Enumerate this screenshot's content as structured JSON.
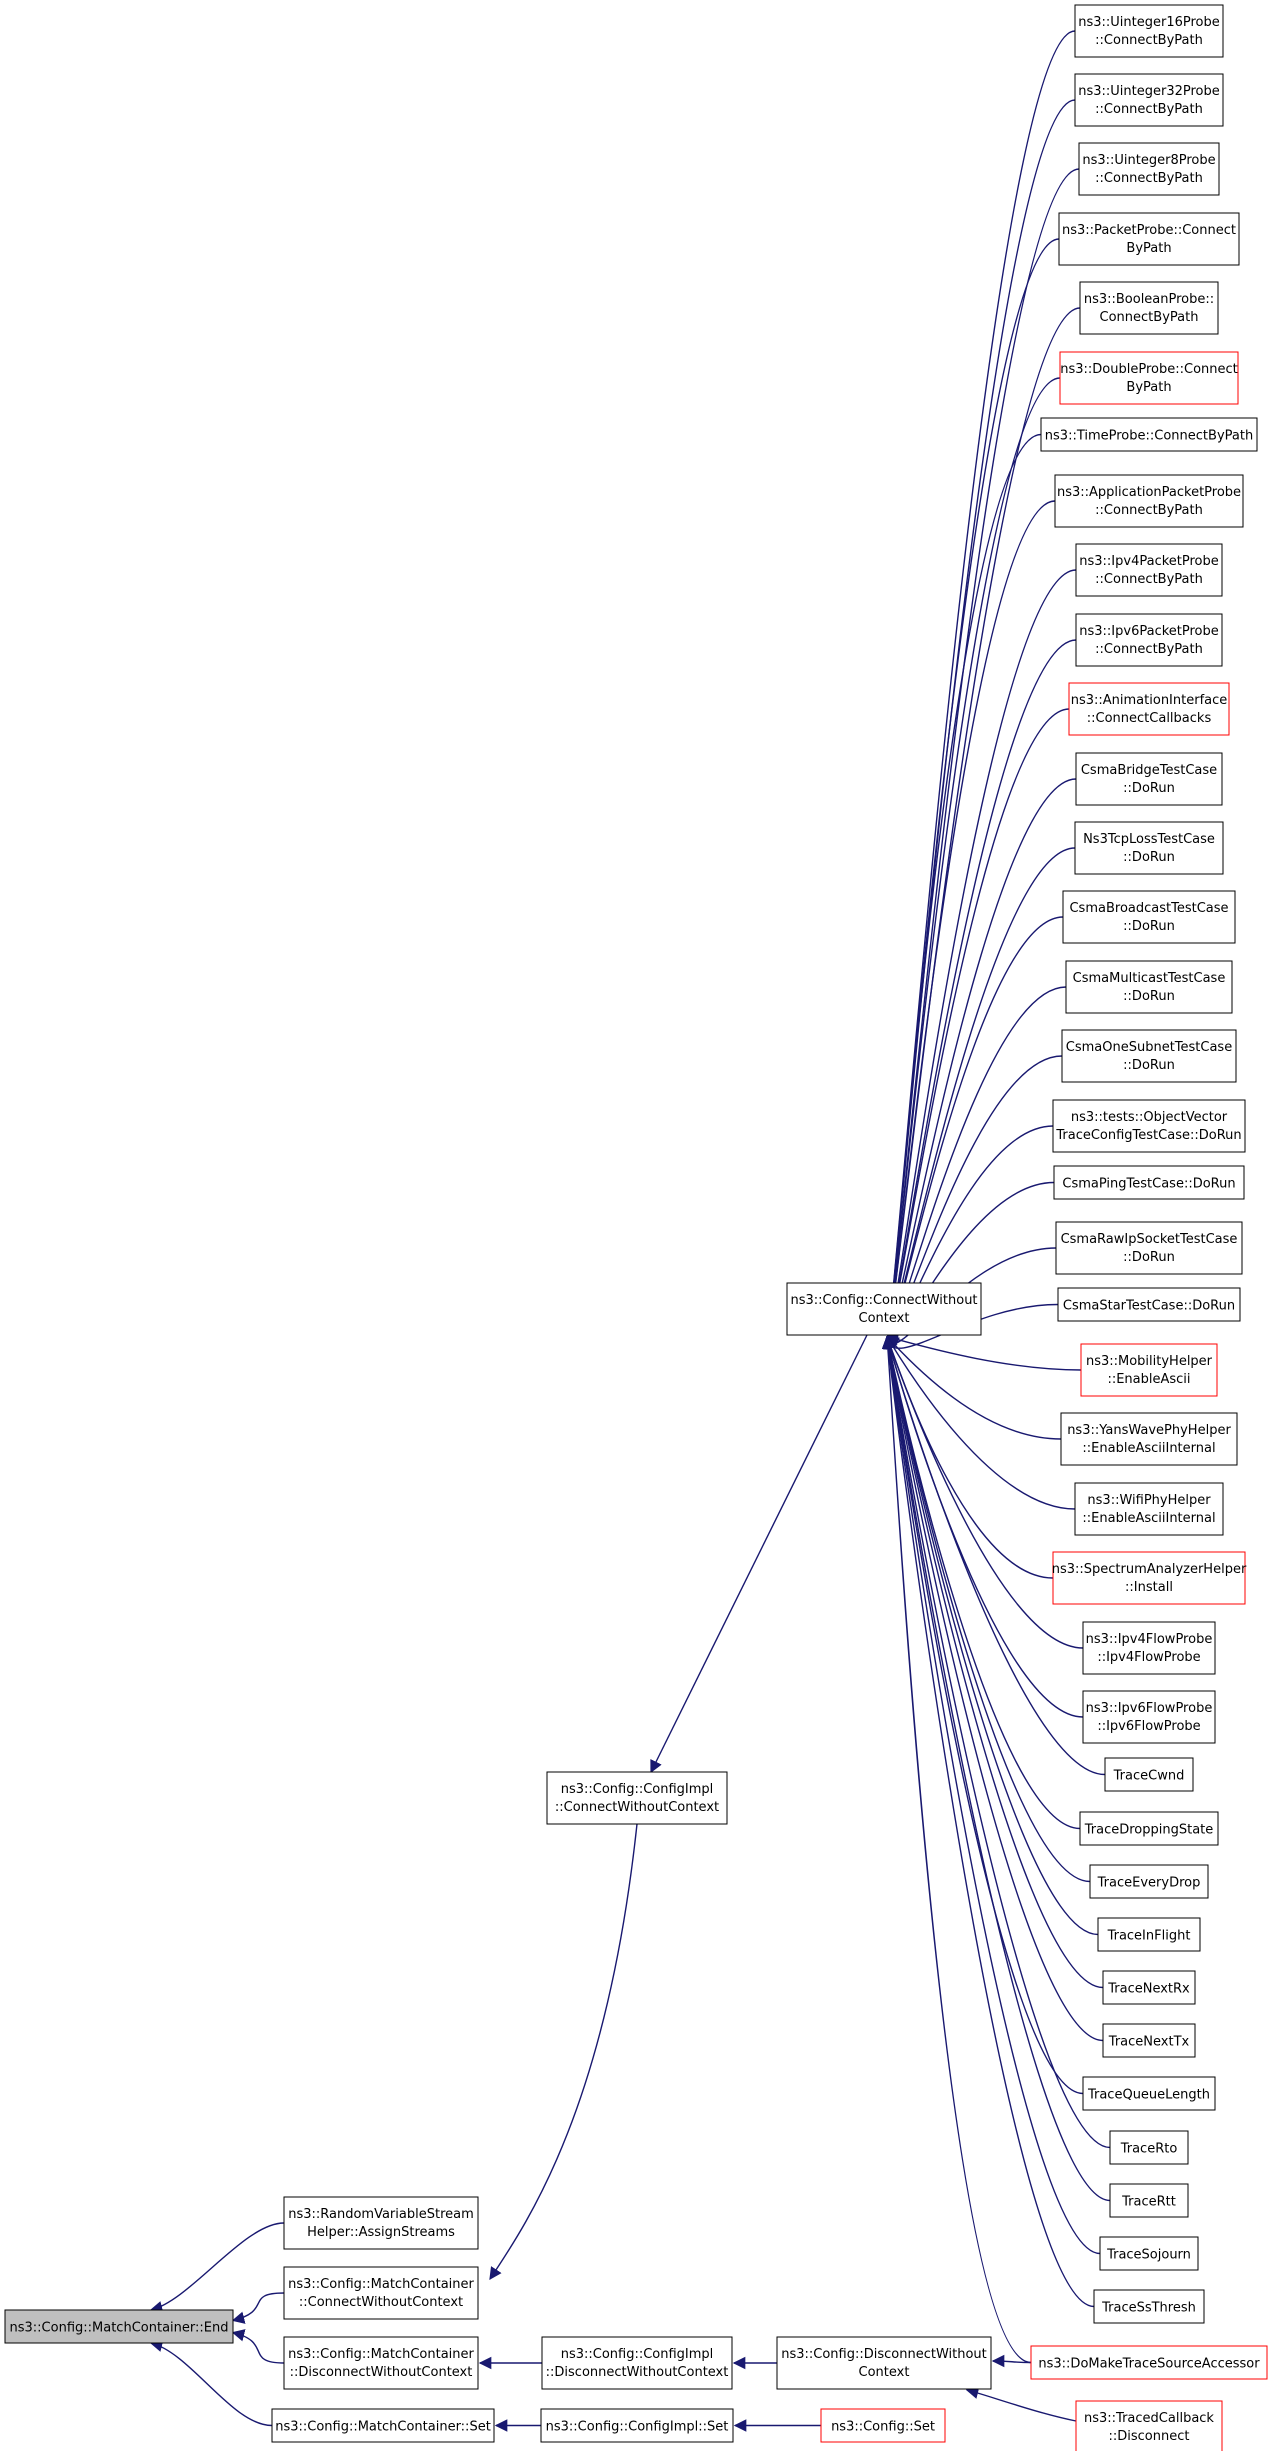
{
  "colors": {
    "edge": "#191970",
    "border_normal": "#000000",
    "border_truncated": "#ff0000",
    "root_fill": "#bfbfbf",
    "node_fill": "#ffffff"
  },
  "nodes": {
    "end": {
      "line1": "ns3::Config::MatchContainer::End",
      "line2": "",
      "style": "root"
    },
    "rvs": {
      "line1": "ns3::RandomVariableStream",
      "line2": "Helper::AssignStreams",
      "style": "normal"
    },
    "mc_cwc": {
      "line1": "ns3::Config::MatchContainer",
      "line2": "::ConnectWithoutContext",
      "style": "normal"
    },
    "mc_dwc": {
      "line1": "ns3::Config::MatchContainer",
      "line2": "::DisconnectWithoutContext",
      "style": "normal"
    },
    "mc_set": {
      "line1": "ns3::Config::MatchContainer::Set",
      "line2": "",
      "style": "normal"
    },
    "ci_cwc": {
      "line1": "ns3::Config::ConfigImpl",
      "line2": "::ConnectWithoutContext",
      "style": "normal"
    },
    "ci_dwc": {
      "line1": "ns3::Config::ConfigImpl",
      "line2": "::DisconnectWithoutContext",
      "style": "normal"
    },
    "ci_set": {
      "line1": "ns3::Config::ConfigImpl::Set",
      "line2": "",
      "style": "normal"
    },
    "c_cwc": {
      "line1": "ns3::Config::ConnectWithout",
      "line2": "Context",
      "style": "normal"
    },
    "c_dwc": {
      "line1": "ns3::Config::DisconnectWithout",
      "line2": "Context",
      "style": "normal"
    },
    "c_set": {
      "line1": "ns3::Config::Set",
      "line2": "",
      "style": "truncated"
    },
    "u16": {
      "line1": "ns3::Uinteger16Probe",
      "line2": "::ConnectByPath",
      "style": "normal"
    },
    "u32": {
      "line1": "ns3::Uinteger32Probe",
      "line2": "::ConnectByPath",
      "style": "normal"
    },
    "u8": {
      "line1": "ns3::Uinteger8Probe",
      "line2": "::ConnectByPath",
      "style": "normal"
    },
    "pkt": {
      "line1": "ns3::PacketProbe::Connect",
      "line2": "ByPath",
      "style": "normal"
    },
    "bool": {
      "line1": "ns3::BooleanProbe::",
      "line2": "ConnectByPath",
      "style": "normal"
    },
    "dbl": {
      "line1": "ns3::DoubleProbe::Connect",
      "line2": "ByPath",
      "style": "truncated"
    },
    "time": {
      "line1": "ns3::TimeProbe::ConnectByPath",
      "line2": "",
      "style": "normal"
    },
    "app": {
      "line1": "ns3::ApplicationPacketProbe",
      "line2": "::ConnectByPath",
      "style": "normal"
    },
    "ip4p": {
      "line1": "ns3::Ipv4PacketProbe",
      "line2": "::ConnectByPath",
      "style": "normal"
    },
    "ip6p": {
      "line1": "ns3::Ipv6PacketProbe",
      "line2": "::ConnectByPath",
      "style": "normal"
    },
    "anim": {
      "line1": "ns3::AnimationInterface",
      "line2": "::ConnectCallbacks",
      "style": "truncated"
    },
    "csbr": {
      "line1": "CsmaBridgeTestCase",
      "line2": "::DoRun",
      "style": "normal"
    },
    "ns3tcp": {
      "line1": "Ns3TcpLossTestCase",
      "line2": "::DoRun",
      "style": "normal"
    },
    "csbc": {
      "line1": "CsmaBroadcastTestCase",
      "line2": "::DoRun",
      "style": "normal"
    },
    "csmc": {
      "line1": "CsmaMulticastTestCase",
      "line2": "::DoRun",
      "style": "normal"
    },
    "csos": {
      "line1": "CsmaOneSubnetTestCase",
      "line2": "::DoRun",
      "style": "normal"
    },
    "objv": {
      "line1": "ns3::tests::ObjectVector",
      "line2": "TraceConfigTestCase::DoRun",
      "style": "normal"
    },
    "csping": {
      "line1": "CsmaPingTestCase::DoRun",
      "line2": "",
      "style": "normal"
    },
    "csraw": {
      "line1": "CsmaRawIpSocketTestCase",
      "line2": "::DoRun",
      "style": "normal"
    },
    "csstar": {
      "line1": "CsmaStarTestCase::DoRun",
      "line2": "",
      "style": "normal"
    },
    "mob": {
      "line1": "ns3::MobilityHelper",
      "line2": "::EnableAscii",
      "style": "truncated"
    },
    "yans": {
      "line1": "ns3::YansWavePhyHelper",
      "line2": "::EnableAsciiInternal",
      "style": "normal"
    },
    "wifi": {
      "line1": "ns3::WifiPhyHelper",
      "line2": "::EnableAsciiInternal",
      "style": "normal"
    },
    "spec": {
      "line1": "ns3::SpectrumAnalyzerHelper",
      "line2": "::Install",
      "style": "truncated"
    },
    "ip4f": {
      "line1": "ns3::Ipv4FlowProbe",
      "line2": "::Ipv4FlowProbe",
      "style": "normal"
    },
    "ip6f": {
      "line1": "ns3::Ipv6FlowProbe",
      "line2": "::Ipv6FlowProbe",
      "style": "normal"
    },
    "tcwnd": {
      "line1": "TraceCwnd",
      "line2": "",
      "style": "normal"
    },
    "tdrop": {
      "line1": "TraceDroppingState",
      "line2": "",
      "style": "normal"
    },
    "tevery": {
      "line1": "TraceEveryDrop",
      "line2": "",
      "style": "normal"
    },
    "tinf": {
      "line1": "TraceInFlight",
      "line2": "",
      "style": "normal"
    },
    "tnrx": {
      "line1": "TraceNextRx",
      "line2": "",
      "style": "normal"
    },
    "tntx": {
      "line1": "TraceNextTx",
      "line2": "",
      "style": "normal"
    },
    "tql": {
      "line1": "TraceQueueLength",
      "line2": "",
      "style": "normal"
    },
    "trto": {
      "line1": "TraceRto",
      "line2": "",
      "style": "normal"
    },
    "trtt": {
      "line1": "TraceRtt",
      "line2": "",
      "style": "normal"
    },
    "tsoj": {
      "line1": "TraceSojourn",
      "line2": "",
      "style": "normal"
    },
    "tss": {
      "line1": "TraceSsThresh",
      "line2": "",
      "style": "normal"
    },
    "dmake": {
      "line1": "ns3::DoMakeTraceSourceAccessor",
      "line2": "",
      "style": "truncated"
    },
    "tcb": {
      "line1": "ns3::TracedCallback",
      "line2": "::Disconnect",
      "style": "truncated"
    }
  },
  "edges": [
    [
      "rvs",
      "end"
    ],
    [
      "mc_cwc",
      "end"
    ],
    [
      "mc_dwc",
      "end"
    ],
    [
      "mc_set",
      "end"
    ],
    [
      "ci_cwc",
      "mc_cwc"
    ],
    [
      "ci_dwc",
      "mc_dwc"
    ],
    [
      "ci_set",
      "mc_set"
    ],
    [
      "c_cwc",
      "ci_cwc"
    ],
    [
      "c_dwc",
      "ci_dwc"
    ],
    [
      "c_set",
      "ci_set"
    ],
    [
      "u16",
      "c_cwc"
    ],
    [
      "u32",
      "c_cwc"
    ],
    [
      "u8",
      "c_cwc"
    ],
    [
      "pkt",
      "c_cwc"
    ],
    [
      "bool",
      "c_cwc"
    ],
    [
      "dbl",
      "c_cwc"
    ],
    [
      "time",
      "c_cwc"
    ],
    [
      "app",
      "c_cwc"
    ],
    [
      "ip4p",
      "c_cwc"
    ],
    [
      "ip6p",
      "c_cwc"
    ],
    [
      "anim",
      "c_cwc"
    ],
    [
      "csbr",
      "c_cwc"
    ],
    [
      "ns3tcp",
      "c_cwc"
    ],
    [
      "csbc",
      "c_cwc"
    ],
    [
      "csmc",
      "c_cwc"
    ],
    [
      "csos",
      "c_cwc"
    ],
    [
      "objv",
      "c_cwc"
    ],
    [
      "csping",
      "c_cwc"
    ],
    [
      "csraw",
      "c_cwc"
    ],
    [
      "csstar",
      "c_cwc"
    ],
    [
      "mob",
      "c_cwc"
    ],
    [
      "yans",
      "c_cwc"
    ],
    [
      "wifi",
      "c_cwc"
    ],
    [
      "spec",
      "c_cwc"
    ],
    [
      "ip4f",
      "c_cwc"
    ],
    [
      "ip6f",
      "c_cwc"
    ],
    [
      "tcwnd",
      "c_cwc"
    ],
    [
      "tdrop",
      "c_cwc"
    ],
    [
      "tevery",
      "c_cwc"
    ],
    [
      "tinf",
      "c_cwc"
    ],
    [
      "tnrx",
      "c_cwc"
    ],
    [
      "tntx",
      "c_cwc"
    ],
    [
      "tql",
      "c_cwc"
    ],
    [
      "trto",
      "c_cwc"
    ],
    [
      "trtt",
      "c_cwc"
    ],
    [
      "tsoj",
      "c_cwc"
    ],
    [
      "tss",
      "c_cwc"
    ],
    [
      "dmake",
      "c_cwc"
    ],
    [
      "dmake",
      "c_dwc"
    ],
    [
      "tcb",
      "c_dwc"
    ]
  ]
}
